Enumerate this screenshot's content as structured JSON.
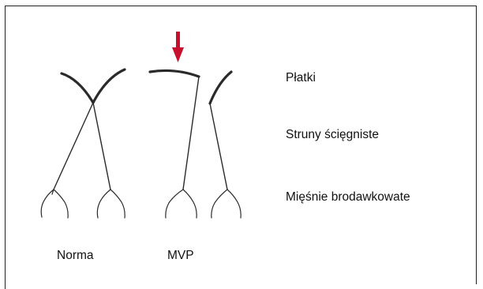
{
  "labels": {
    "leaflets": "Płatki",
    "chordae": "Struny ścięgniste",
    "papillary_muscles": "Mięśnie brodawkowate",
    "normal": "Norma",
    "mvp": "MVP"
  },
  "colors": {
    "arrow": "#c8102e",
    "lines": "#2a2a2a"
  }
}
